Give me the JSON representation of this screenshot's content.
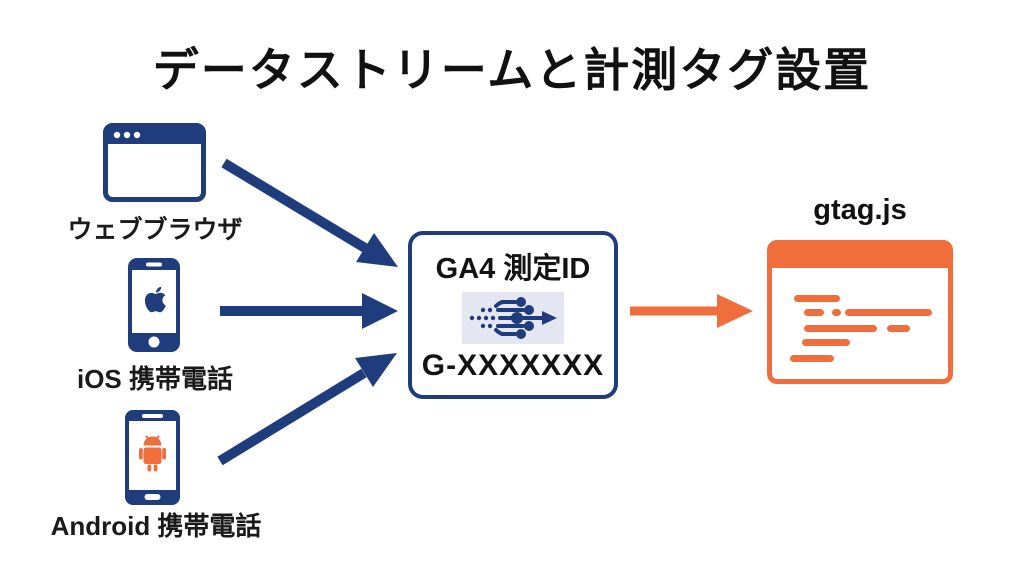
{
  "title": "データストリームと計測タグ設置",
  "sources": [
    {
      "id": "web",
      "label": "ウェブブラウザ"
    },
    {
      "id": "ios",
      "label": "iOS 携帯電話"
    },
    {
      "id": "android",
      "label": "Android 携帯電話"
    }
  ],
  "ga4_box": {
    "title": "GA4 測定ID",
    "measurement_id": "G-XXXXXXX"
  },
  "output": {
    "label": "gtag.js"
  },
  "colors": {
    "navy": "#1f3d7d",
    "orange": "#f06e3c",
    "icon_bg": "#e4e7f1",
    "background": "#ffffff",
    "text": "#111111"
  }
}
